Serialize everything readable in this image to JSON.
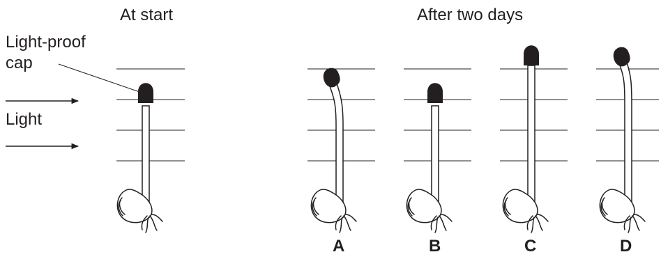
{
  "headings": {
    "at_start": "At start",
    "after_two_days": "After two days"
  },
  "annotations": {
    "cap": "Light-proof\ncap",
    "light": "Light"
  },
  "options": [
    "A",
    "B",
    "C",
    "D"
  ],
  "colors": {
    "ink": "#231f20",
    "background": "#ffffff"
  }
}
